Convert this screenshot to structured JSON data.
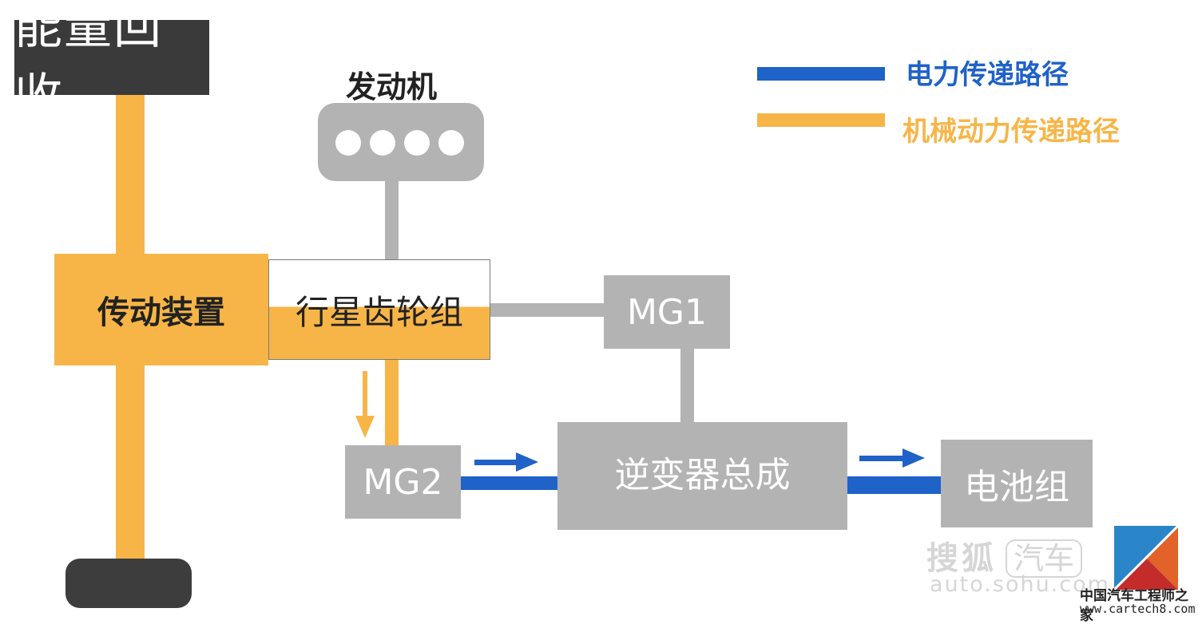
{
  "title": "能量回收",
  "engine": {
    "label": "发动机"
  },
  "legend": [
    {
      "text": "电力传递路径",
      "color": "#1f62c8"
    },
    {
      "text": "机械动力传递路径",
      "color": "#f7b548"
    }
  ],
  "blocks": {
    "transmission": "传动装置",
    "planetary": "行星齿轮组",
    "mg1": "MG1",
    "mg2": "MG2",
    "inverter": "逆变器总成",
    "battery": "电池组"
  },
  "watermark": {
    "sohu_brand": "搜狐",
    "sohu_auto": "汽车",
    "sohu_url": "auto.sohu.com",
    "cartech_name": "中国汽车工程师之家",
    "cartech_url": "www.cartech8.com"
  },
  "colors": {
    "mechanical": "#f7b548",
    "electric": "#1f62c8",
    "component": "#b3b3b3",
    "dark": "#3d3d3d"
  }
}
